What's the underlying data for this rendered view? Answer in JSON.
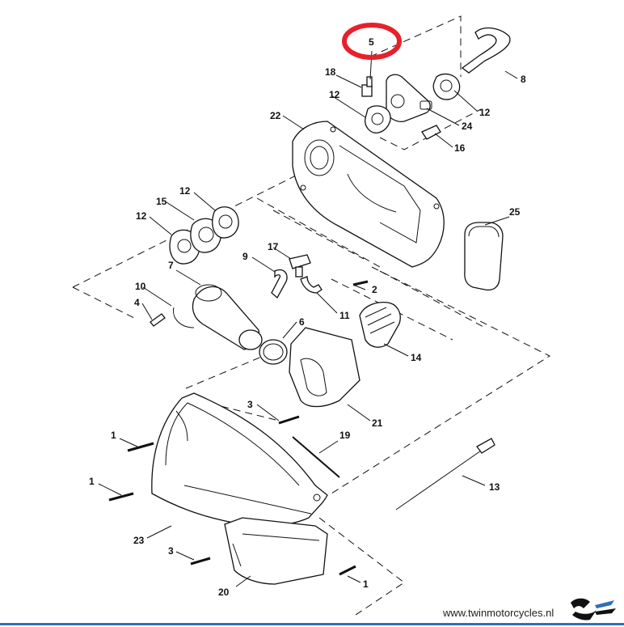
{
  "diagram": {
    "highlight_color": "#e8202a",
    "footer_bar_color": "#2f6fb7",
    "highlighted_callout": "5",
    "callouts": [
      "1",
      "1",
      "1",
      "2",
      "3",
      "3",
      "4",
      "5",
      "6",
      "7",
      "8",
      "9",
      "10",
      "11",
      "12",
      "12",
      "12",
      "12",
      "13",
      "14",
      "15",
      "16",
      "17",
      "18",
      "19",
      "20",
      "21",
      "22",
      "23",
      "24",
      "25"
    ],
    "watermark": {
      "website": "www.twinmotorcycles.nl",
      "logo_icon": "twin-motorcycles-logo-icon"
    }
  }
}
